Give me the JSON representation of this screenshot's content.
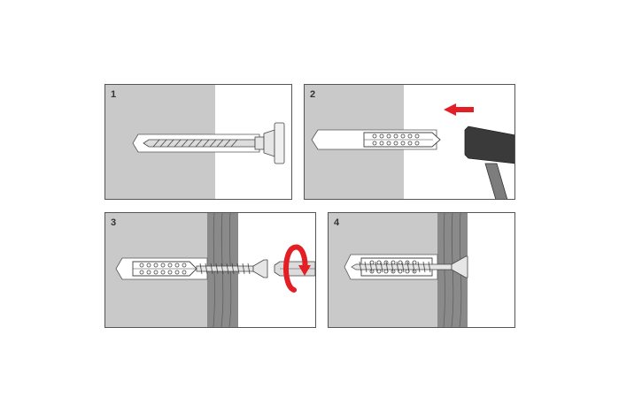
{
  "steps": [
    {
      "number": "1"
    },
    {
      "number": "2"
    },
    {
      "number": "3"
    },
    {
      "number": "4"
    }
  ],
  "colors": {
    "wall": "#c9c9c9",
    "wood": "#8a8a8a",
    "arrow": "#e31e24",
    "hammer_head": "#3a3a3a",
    "hammer_handle": "#7d7d7d",
    "border": "#555555"
  },
  "icons": [
    "drill-bit-icon",
    "wall-plug-icon",
    "hammer-icon",
    "push-arrow-icon",
    "screw-icon",
    "screwdriver-icon",
    "rotation-arrow-icon"
  ]
}
